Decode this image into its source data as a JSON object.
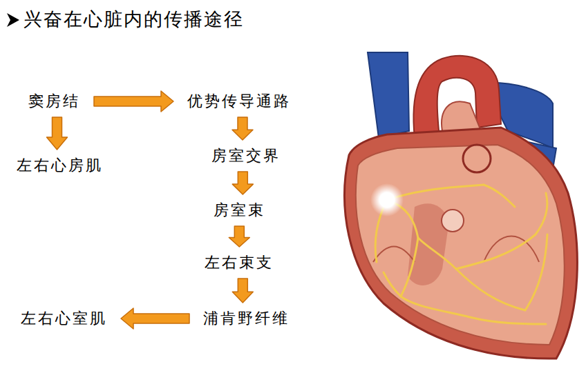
{
  "diagram": {
    "title": "兴奋在心脏内的传播途径",
    "nodes": [
      {
        "text": [
          "窦房结"
        ]
      },
      {
        "text": [
          "优势传导通路"
        ]
      },
      {
        "text": [
          "左右心房肌"
        ]
      },
      {
        "text": [
          "房室交界"
        ]
      },
      {
        "text": [
          "房室束"
        ]
      },
      {
        "text": [
          "左右束支"
        ]
      },
      {
        "text": [
          "浦肯野纤维"
        ]
      },
      {
        "text": [
          "左右心室肌"
        ]
      }
    ],
    "edges": [
      {
        "from": 0,
        "to": 1,
        "arrow": "to"
      },
      {
        "from": 0,
        "to": 2,
        "arrow": "to"
      },
      {
        "from": 1,
        "to": 3,
        "arrow": "to"
      },
      {
        "from": 3,
        "to": 4,
        "arrow": "to"
      },
      {
        "from": 4,
        "to": 5,
        "arrow": "to"
      },
      {
        "from": 5,
        "to": 6,
        "arrow": "to"
      },
      {
        "from": 6,
        "to": 7,
        "arrow": "to"
      }
    ]
  }
}
